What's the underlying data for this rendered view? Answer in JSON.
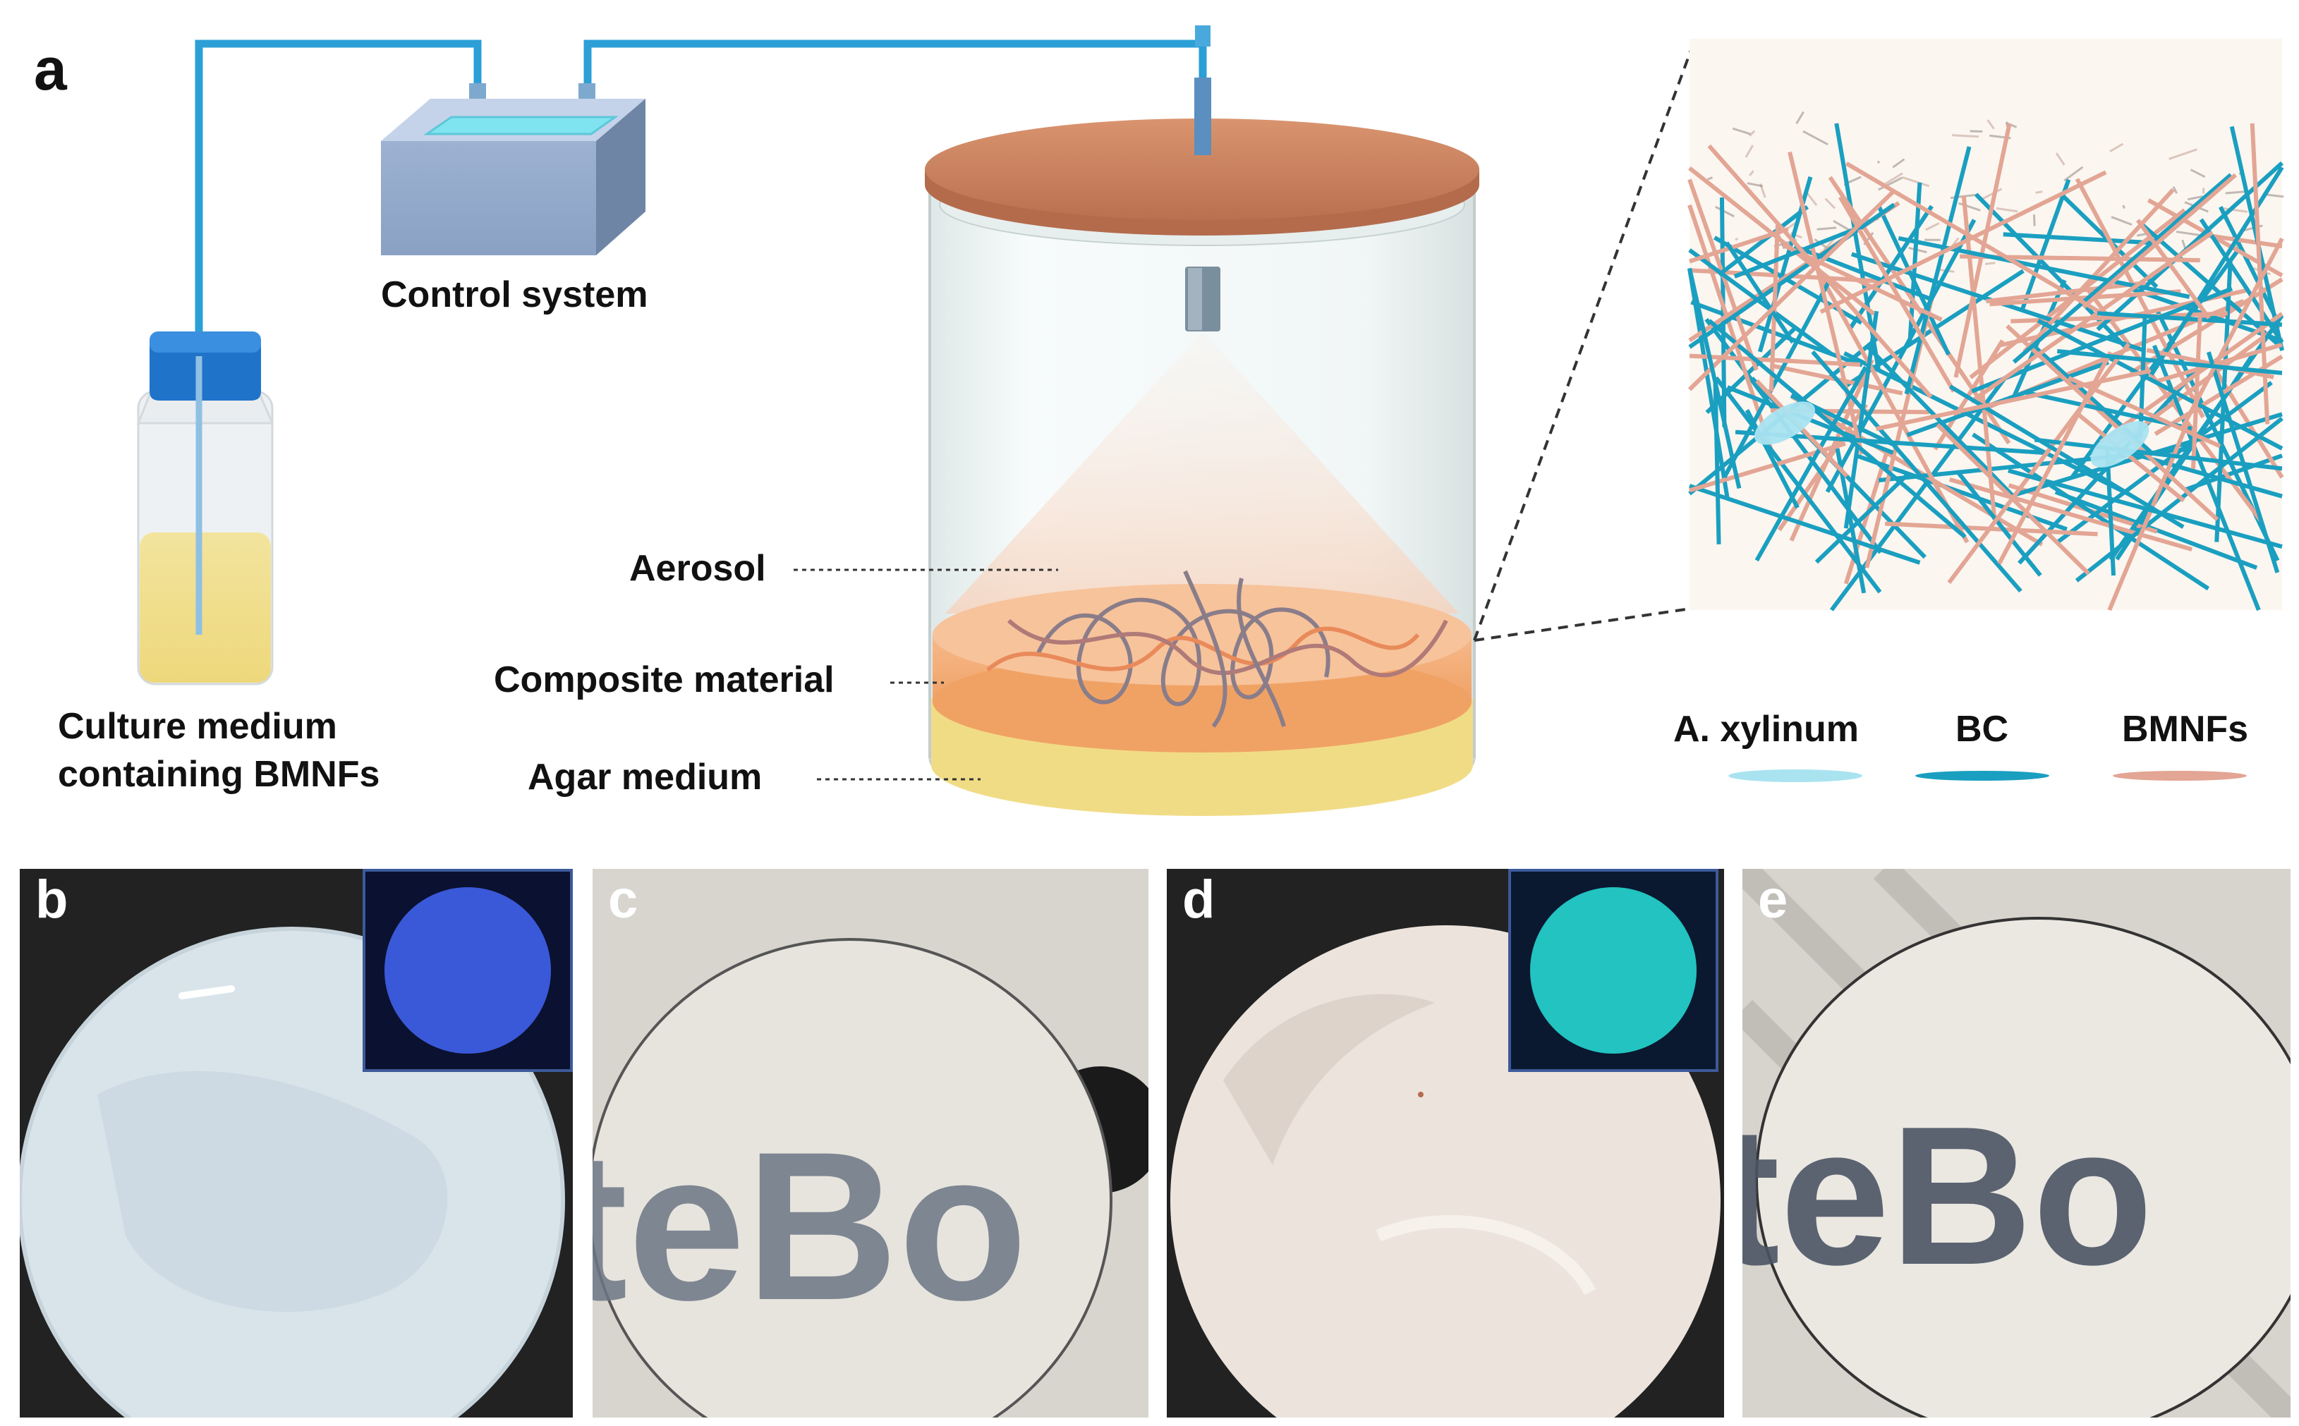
{
  "figure": {
    "panel_a": {
      "letter": "a",
      "control_label": "Control system",
      "bottle_label_line1": "Culture medium",
      "bottle_label_line2": "containing BMNFs",
      "aerosol_label": "Aerosol",
      "composite_label": "Composite material",
      "agar_label": "Agar medium",
      "legend": [
        {
          "label": "A. xylinum",
          "color": "#a9e3f0"
        },
        {
          "label": "BC",
          "color": "#1a9fc0"
        },
        {
          "label": "BMNFs",
          "color": "#e3a594"
        }
      ]
    },
    "panel_b": {
      "letter": "b"
    },
    "panel_c": {
      "letter": "c",
      "text": "teBo"
    },
    "panel_d": {
      "letter": "d"
    },
    "panel_e": {
      "letter": "e",
      "text": "teBo"
    }
  },
  "colors": {
    "tube": "#2b9fd6",
    "lid": "#c9876a",
    "fiber_bc": "#1a9fc0",
    "fiber_bmnf": "#e3a594",
    "uv_blue": "#3a59d8",
    "uv_cyan": "#22c3c0"
  }
}
